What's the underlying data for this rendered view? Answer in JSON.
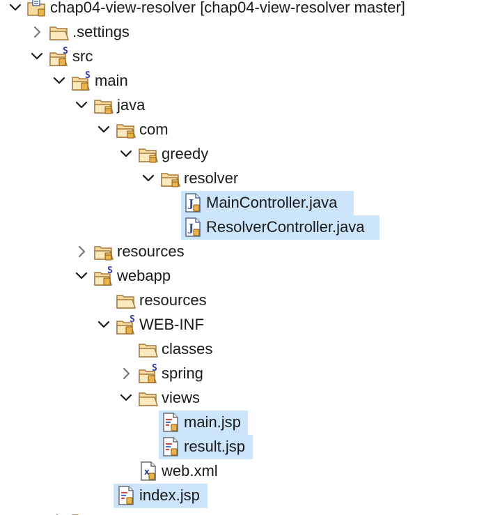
{
  "tree": {
    "project": "chap04-view-resolver [chap04-view-resolver master]",
    "settings": ".settings",
    "src": "src",
    "main": "main",
    "java": "java",
    "com": "com",
    "greedy": "greedy",
    "resolver": "resolver",
    "main_controller": "MainController.java",
    "resolver_controller": "ResolverController.java",
    "resources": "resources",
    "webapp": "webapp",
    "webapp_resources": "resources",
    "web_inf": "WEB-INF",
    "classes": "classes",
    "spring": "spring",
    "views": "views",
    "main_jsp": "main.jsp",
    "result_jsp": "result.jsp",
    "web_xml": "web.xml",
    "index_jsp": "index.jsp"
  },
  "icons": {
    "folder": "folder-icon",
    "source_folder": "source-folder-icon",
    "package": "package-icon",
    "java_file": "java-file-icon",
    "jsp_file": "jsp-file-icon",
    "xml_file": "xml-file-icon",
    "project": "project-icon"
  },
  "colors": {
    "selection": "#cce5fb",
    "folder_fill": "#f7dba3",
    "folder_stroke": "#a5793a",
    "source_badge": "#2a3aa8"
  }
}
